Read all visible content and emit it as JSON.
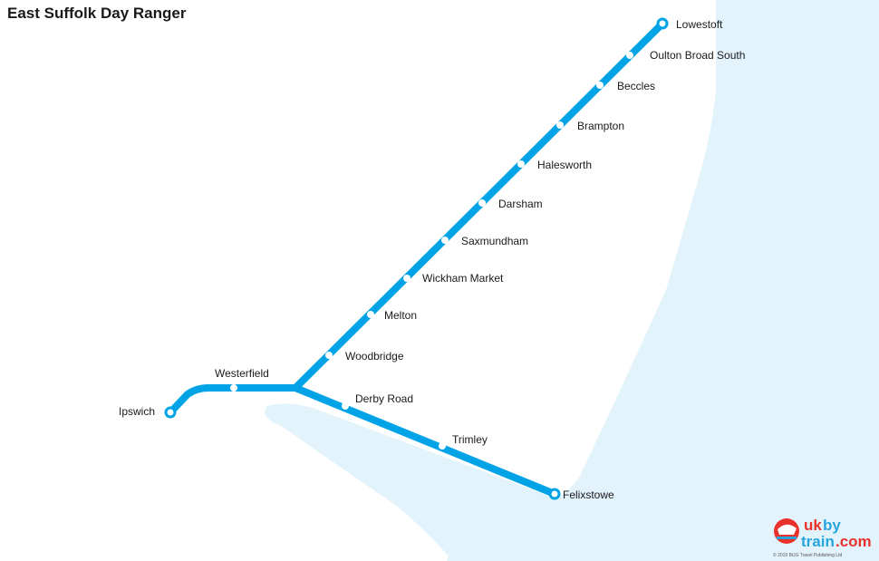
{
  "title": "East Suffolk Day Ranger",
  "colors": {
    "line": "#00a3e6",
    "water": "#e3f3fb",
    "station_fill": "#ffffff",
    "logo_red": "#e8322b",
    "logo_blue": "#27a6de"
  },
  "stations": {
    "lowestoft": "Lowestoft",
    "oulton_broad_south": "Oulton Broad South",
    "beccles": "Beccles",
    "brampton": "Brampton",
    "halesworth": "Halesworth",
    "darsham": "Darsham",
    "saxmundham": "Saxmundham",
    "wickham_market": "Wickham Market",
    "melton": "Melton",
    "woodbridge": "Woodbridge",
    "westerfield": "Westerfield",
    "ipswich": "Ipswich",
    "derby_road": "Derby Road",
    "trimley": "Trimley",
    "felixstowe": "Felixstowe"
  },
  "logo": {
    "part1": "uk",
    "part2": "by",
    "part3": "train",
    "part4": ".com",
    "copyright": "© 2019 BUG Travel Publishing Ltd"
  }
}
